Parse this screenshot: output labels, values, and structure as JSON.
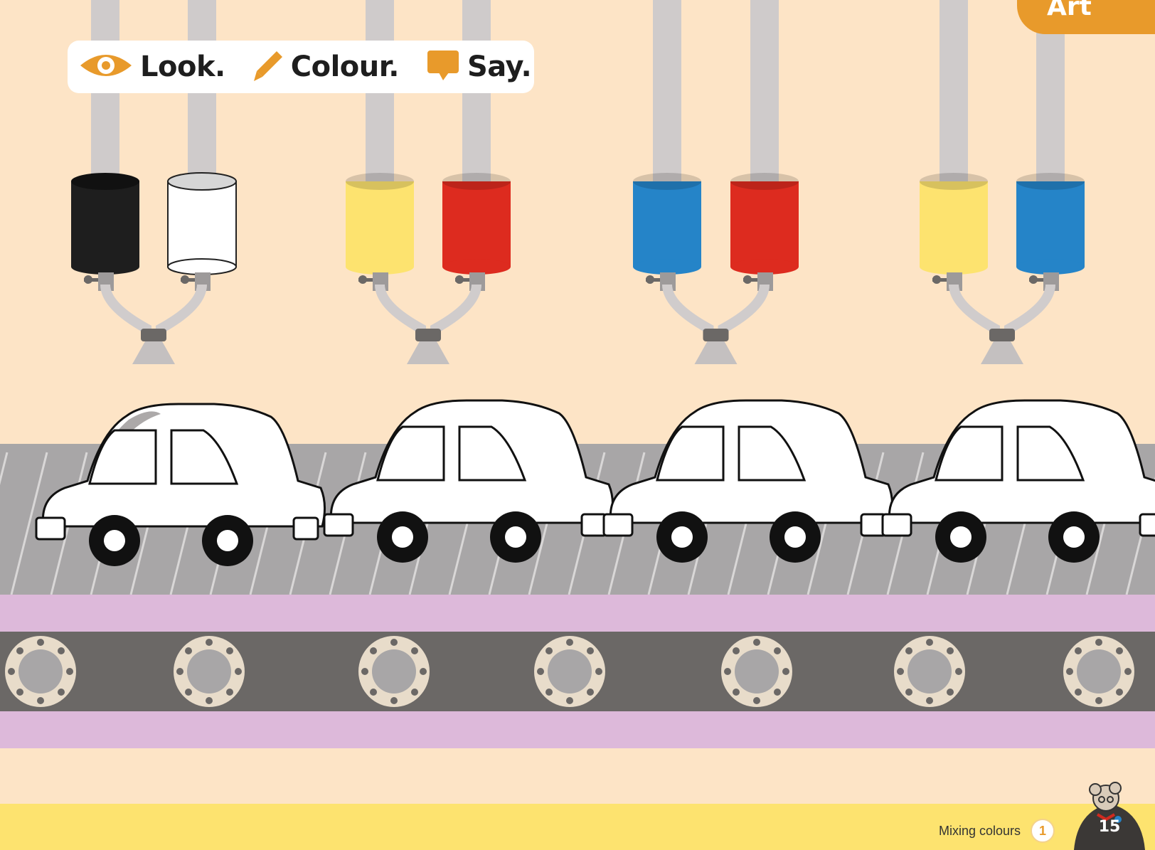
{
  "instructions": [
    {
      "icon": "eye-icon",
      "label": "Look."
    },
    {
      "icon": "pencil-icon",
      "label": "Colour."
    },
    {
      "icon": "speech-bubble-icon",
      "label": "Say."
    }
  ],
  "subject_tab": "Art",
  "paint_pairs": [
    {
      "left": "black",
      "right": "white",
      "left_hex": "#1e1e1e",
      "right_hex": "#ffffff"
    },
    {
      "left": "yellow",
      "right": "red",
      "left_hex": "#fde36f",
      "right_hex": "#dd2b1f"
    },
    {
      "left": "blue",
      "right": "red",
      "left_hex": "#2584c8",
      "right_hex": "#dd2b1f"
    },
    {
      "left": "yellow",
      "right": "blue",
      "left_hex": "#fde36f",
      "right_hex": "#2584c8"
    }
  ],
  "cars": [
    {
      "state": "partially coloured grey"
    },
    {
      "state": "uncoloured"
    },
    {
      "state": "uncoloured"
    },
    {
      "state": "uncoloured"
    }
  ],
  "footer": {
    "topic": "Mixing colours",
    "unit": "1",
    "page": "15"
  },
  "colors": {
    "background": "#fde4c6",
    "accent": "#e89a2b",
    "conveyor": "#a8a6a7",
    "belt_dark": "#6b6866",
    "belt_light": "#ddb9da",
    "bottom_strip": "#fde36f"
  }
}
